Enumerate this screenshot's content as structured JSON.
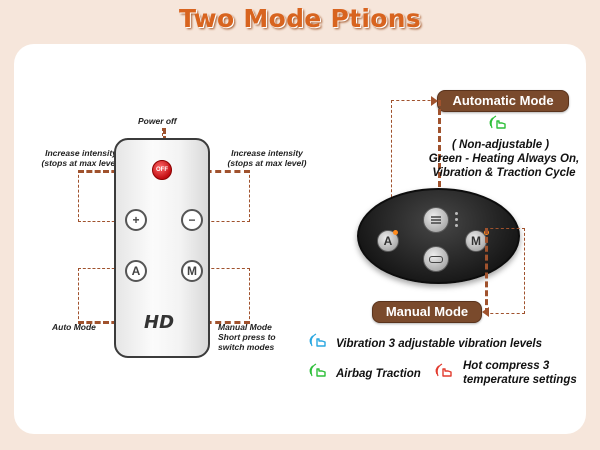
{
  "title": "Two Mode Ptions",
  "remote": {
    "power_off_label": "Power off",
    "off_button_text": "OFF",
    "increase_left_label": [
      "Increase intensity",
      "(stops at max level)"
    ],
    "increase_right_label": [
      "Increase intensity",
      "(stops at max level)"
    ],
    "auto_mode_label": "Auto Mode",
    "manual_mode_label": [
      "Manual Mode",
      "Short press to",
      "switch modes"
    ],
    "plus_symbol": "+",
    "minus_symbol": "−",
    "auto_symbol": "A",
    "manual_symbol": "M",
    "brand": "HD"
  },
  "controller": {
    "automatic_mode_label": "Automatic Mode",
    "manual_mode_label": "Manual Mode",
    "non_adjustable": "( Non-adjustable )",
    "auto_desc": [
      "Green - Heating Always On,",
      "Vibration & Traction Cycle"
    ],
    "auto_symbol": "A",
    "manual_symbol": "M"
  },
  "features": {
    "vibration": "Vibration 3 adjustable vibration levels",
    "airbag": "Airbag Traction",
    "hot_compress": [
      "Hot compress 3",
      "temperature settings"
    ]
  },
  "colors": {
    "title": "#d8641f",
    "accent_brown": "#7a4a2c",
    "dash": "#a0522d",
    "blue_hand": "#2aa7e0",
    "green_hand": "#2fbf3a",
    "red_hand": "#e23b2e",
    "off_button": "#d7141a"
  },
  "icons": {
    "vibration": "hand-press-icon-blue",
    "airbag": "hand-press-icon-green",
    "hot_compress": "hand-press-icon-red",
    "automatic_mode": "hand-press-icon-green"
  }
}
